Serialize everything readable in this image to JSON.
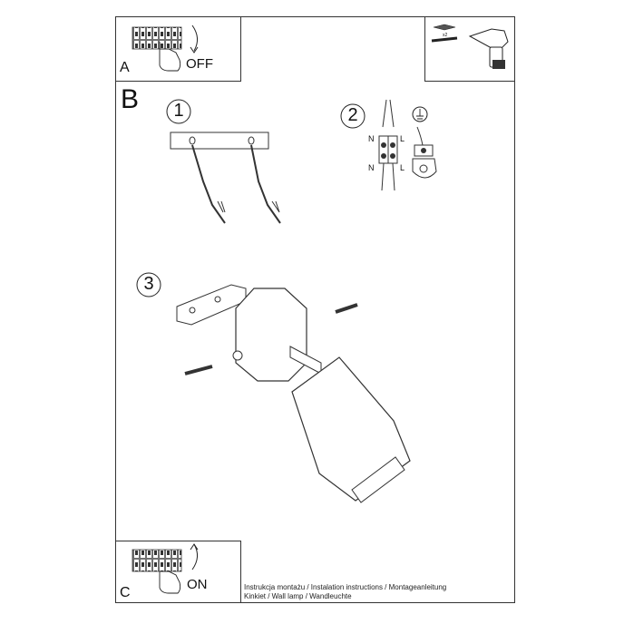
{
  "panels": {
    "a": {
      "letter": "A",
      "switch_label": "OFF"
    },
    "b": {
      "letter": "B"
    },
    "c": {
      "letter": "C",
      "switch_label": "ON"
    }
  },
  "steps": [
    "1",
    "2",
    "3"
  ],
  "wiring": {
    "left_top": "N",
    "right_top": "L",
    "left_bottom": "N",
    "right_bottom": "L"
  },
  "tools": {
    "quantity_label": "x2"
  },
  "caption": {
    "line1": "Instrukcja montażu / Instalation instructions / Montageanleitung",
    "line2": "Kinkiet  / Wall lamp / Wandleuchte"
  }
}
